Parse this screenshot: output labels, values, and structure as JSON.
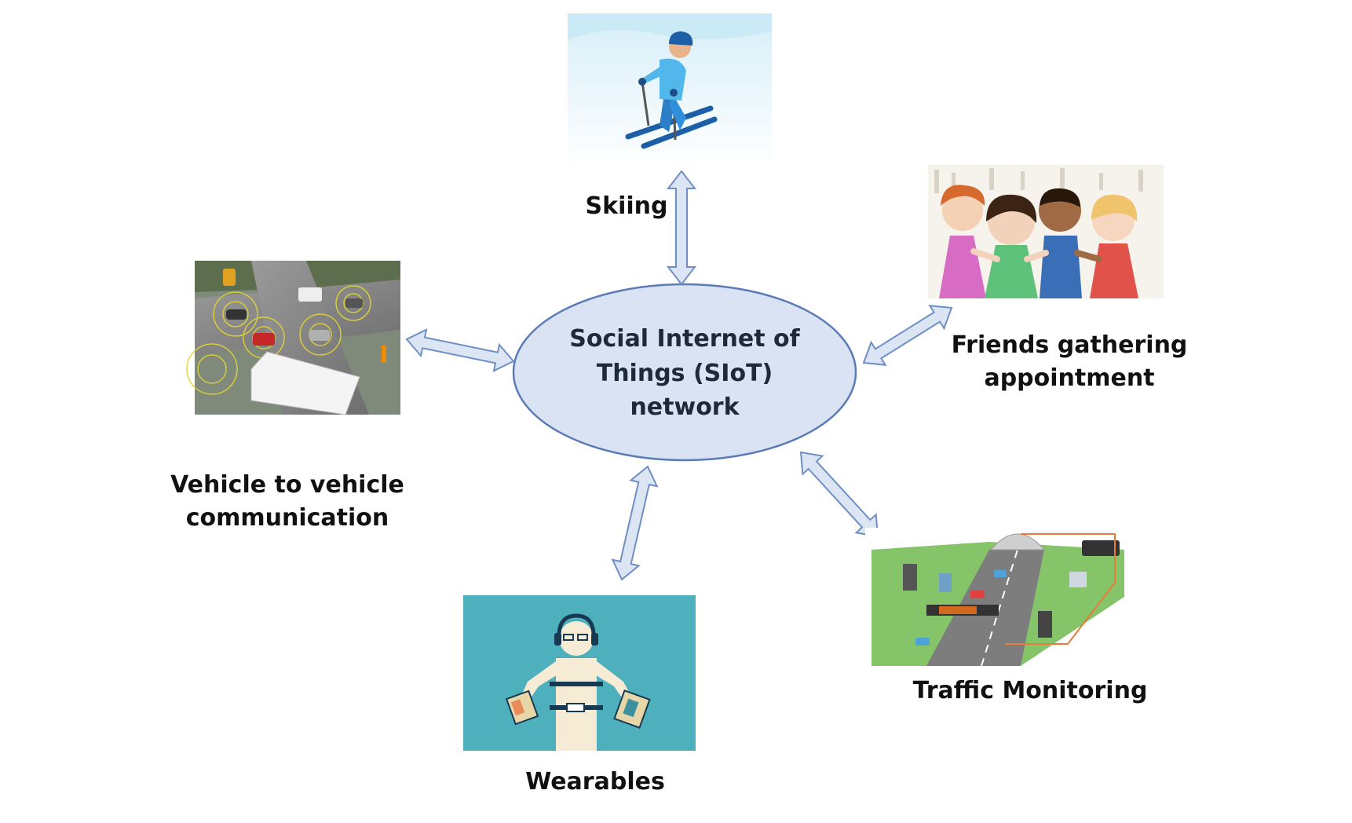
{
  "hub": {
    "lines": [
      "Social Internet of",
      "Things (SIoT)",
      "network"
    ],
    "fill": "#d9e3f3",
    "stroke": "#5a7bb5"
  },
  "arrow_colors": {
    "fill": "#dbe5f4",
    "stroke": "#6f8fc4"
  },
  "nodes": {
    "skiing": {
      "label": [
        "Skiing"
      ],
      "icon": "skier-illustration"
    },
    "friends": {
      "label": [
        "Friends gathering",
        "appointment"
      ],
      "icon": "children-group-illustration"
    },
    "vehicle": {
      "label": [
        "Vehicle to vehicle",
        "communication"
      ],
      "icon": "intersection-photo"
    },
    "wearables": {
      "label": [
        "Wearables"
      ],
      "icon": "wearable-person-illustration"
    },
    "traffic": {
      "label": [
        "Traffic Monitoring"
      ],
      "icon": "traffic-system-illustration"
    }
  }
}
